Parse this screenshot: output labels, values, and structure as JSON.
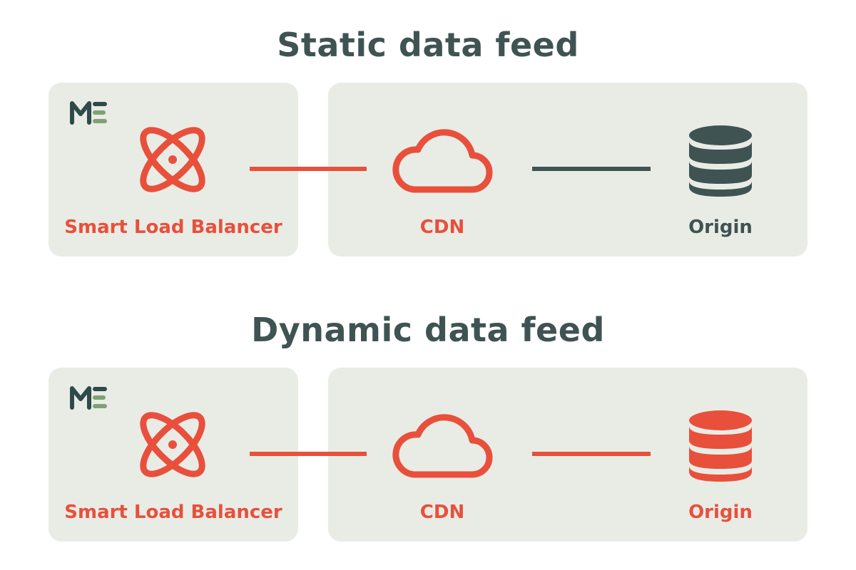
{
  "colors": {
    "accent": "#e8503c",
    "dark": "#3f5353",
    "panel": "#e9ece5",
    "logo_green": "#7fa074",
    "logo_dark": "#2f4a4a"
  },
  "diagrams": [
    {
      "title": "Static data feed",
      "balancer_label": "Smart Load Balancer",
      "cdn_label": "CDN",
      "origin_label": "Origin",
      "origin_state": "inactive"
    },
    {
      "title": "Dynamic data feed",
      "balancer_label": "Smart Load Balancer",
      "cdn_label": "CDN",
      "origin_label": "Origin",
      "origin_state": "active"
    }
  ],
  "icons": {
    "logo": "me-logo-icon",
    "balancer": "atom-icon",
    "cdn": "cloud-icon",
    "origin": "database-icon"
  }
}
